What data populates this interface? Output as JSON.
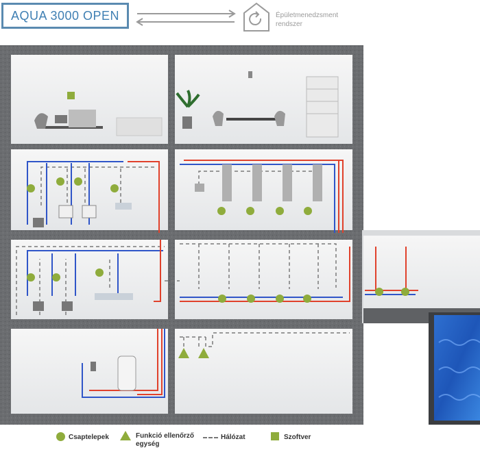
{
  "header": {
    "product_title": "AQUA 3000 OPEN",
    "bms_label": "Épületmenedzsment rendszer"
  },
  "legend": {
    "faucets": "Csaptelepek",
    "function_unit": "Funkció ellenőrző egység",
    "network": "Hálózat",
    "software": "Szoftver"
  },
  "colors": {
    "marker_green": "#8fac3c",
    "pipe_red": "#e0412b",
    "pipe_blue": "#2f55c8",
    "network_gray": "#7a7a7a",
    "wall_concrete": "#6e6e6e",
    "title_blue": "#3f7fb3"
  },
  "icons": [
    "bidirectional-arrows-icon",
    "building-management-icon"
  ]
}
